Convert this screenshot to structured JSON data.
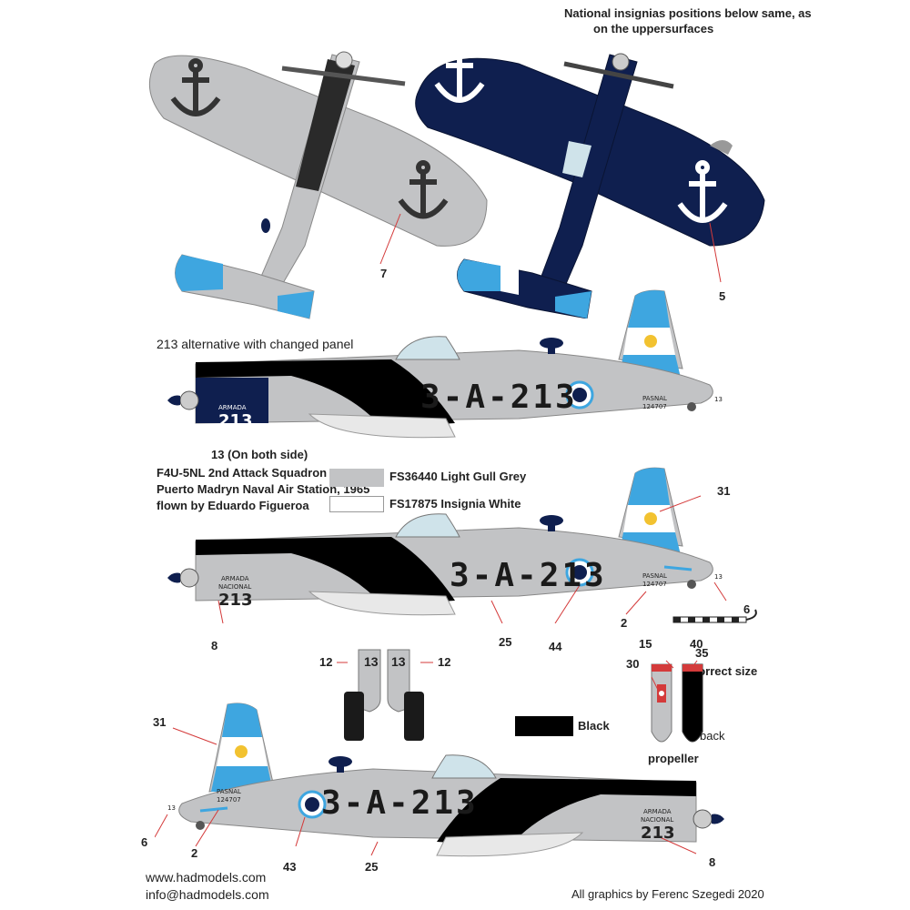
{
  "header": {
    "note_line1": "National insignias positions below same, as",
    "note_line2": "on the uppersurfaces"
  },
  "captions": {
    "alt_panel": "213 alternative with changed panel",
    "both_side": "13  (On both side)",
    "desc_line1": "F4U-5NL 2nd Attack Squadron 124707",
    "desc_line2": "Puerto Madryn Naval Air Station, 1965",
    "desc_line3": "flown by Eduardo Figueroa",
    "correct_size": "correct size",
    "propeller": "propeller",
    "back": "back"
  },
  "legend": {
    "grey_label": "FS36440 Light Gull Grey",
    "white_label": "FS17875 Insignia White",
    "black_label": "Black",
    "colors": {
      "grey": "#c2c3c5",
      "white": "#ffffff",
      "black": "#000000",
      "navy": "#0f1f4f",
      "sky": "#3ea6e0"
    }
  },
  "aircraft": {
    "code": "3-A-213",
    "armada": "ARMADA",
    "nacional": "NACIONAL",
    "number": "213",
    "serial_label": "PASNAL",
    "serial": "124707",
    "tail_number": "13"
  },
  "callouts": {
    "c7": "7",
    "c5": "5",
    "c31a": "31",
    "c6a": "6",
    "c8a": "8",
    "c2a": "2",
    "c25a": "25",
    "c44": "44",
    "c35": "35",
    "c12l": "12",
    "c12r": "12",
    "c13l": "13",
    "c13r": "13",
    "c15": "15",
    "c40": "40",
    "c30": "30",
    "c31b": "31",
    "c6b": "6",
    "c2b": "2",
    "c43": "43",
    "c25b": "25",
    "c8b": "8"
  },
  "footer": {
    "web": "www.hadmodels.com",
    "email": "info@hadmodels.com",
    "credit": "All graphics by Ferenc Szegedi 2020"
  }
}
